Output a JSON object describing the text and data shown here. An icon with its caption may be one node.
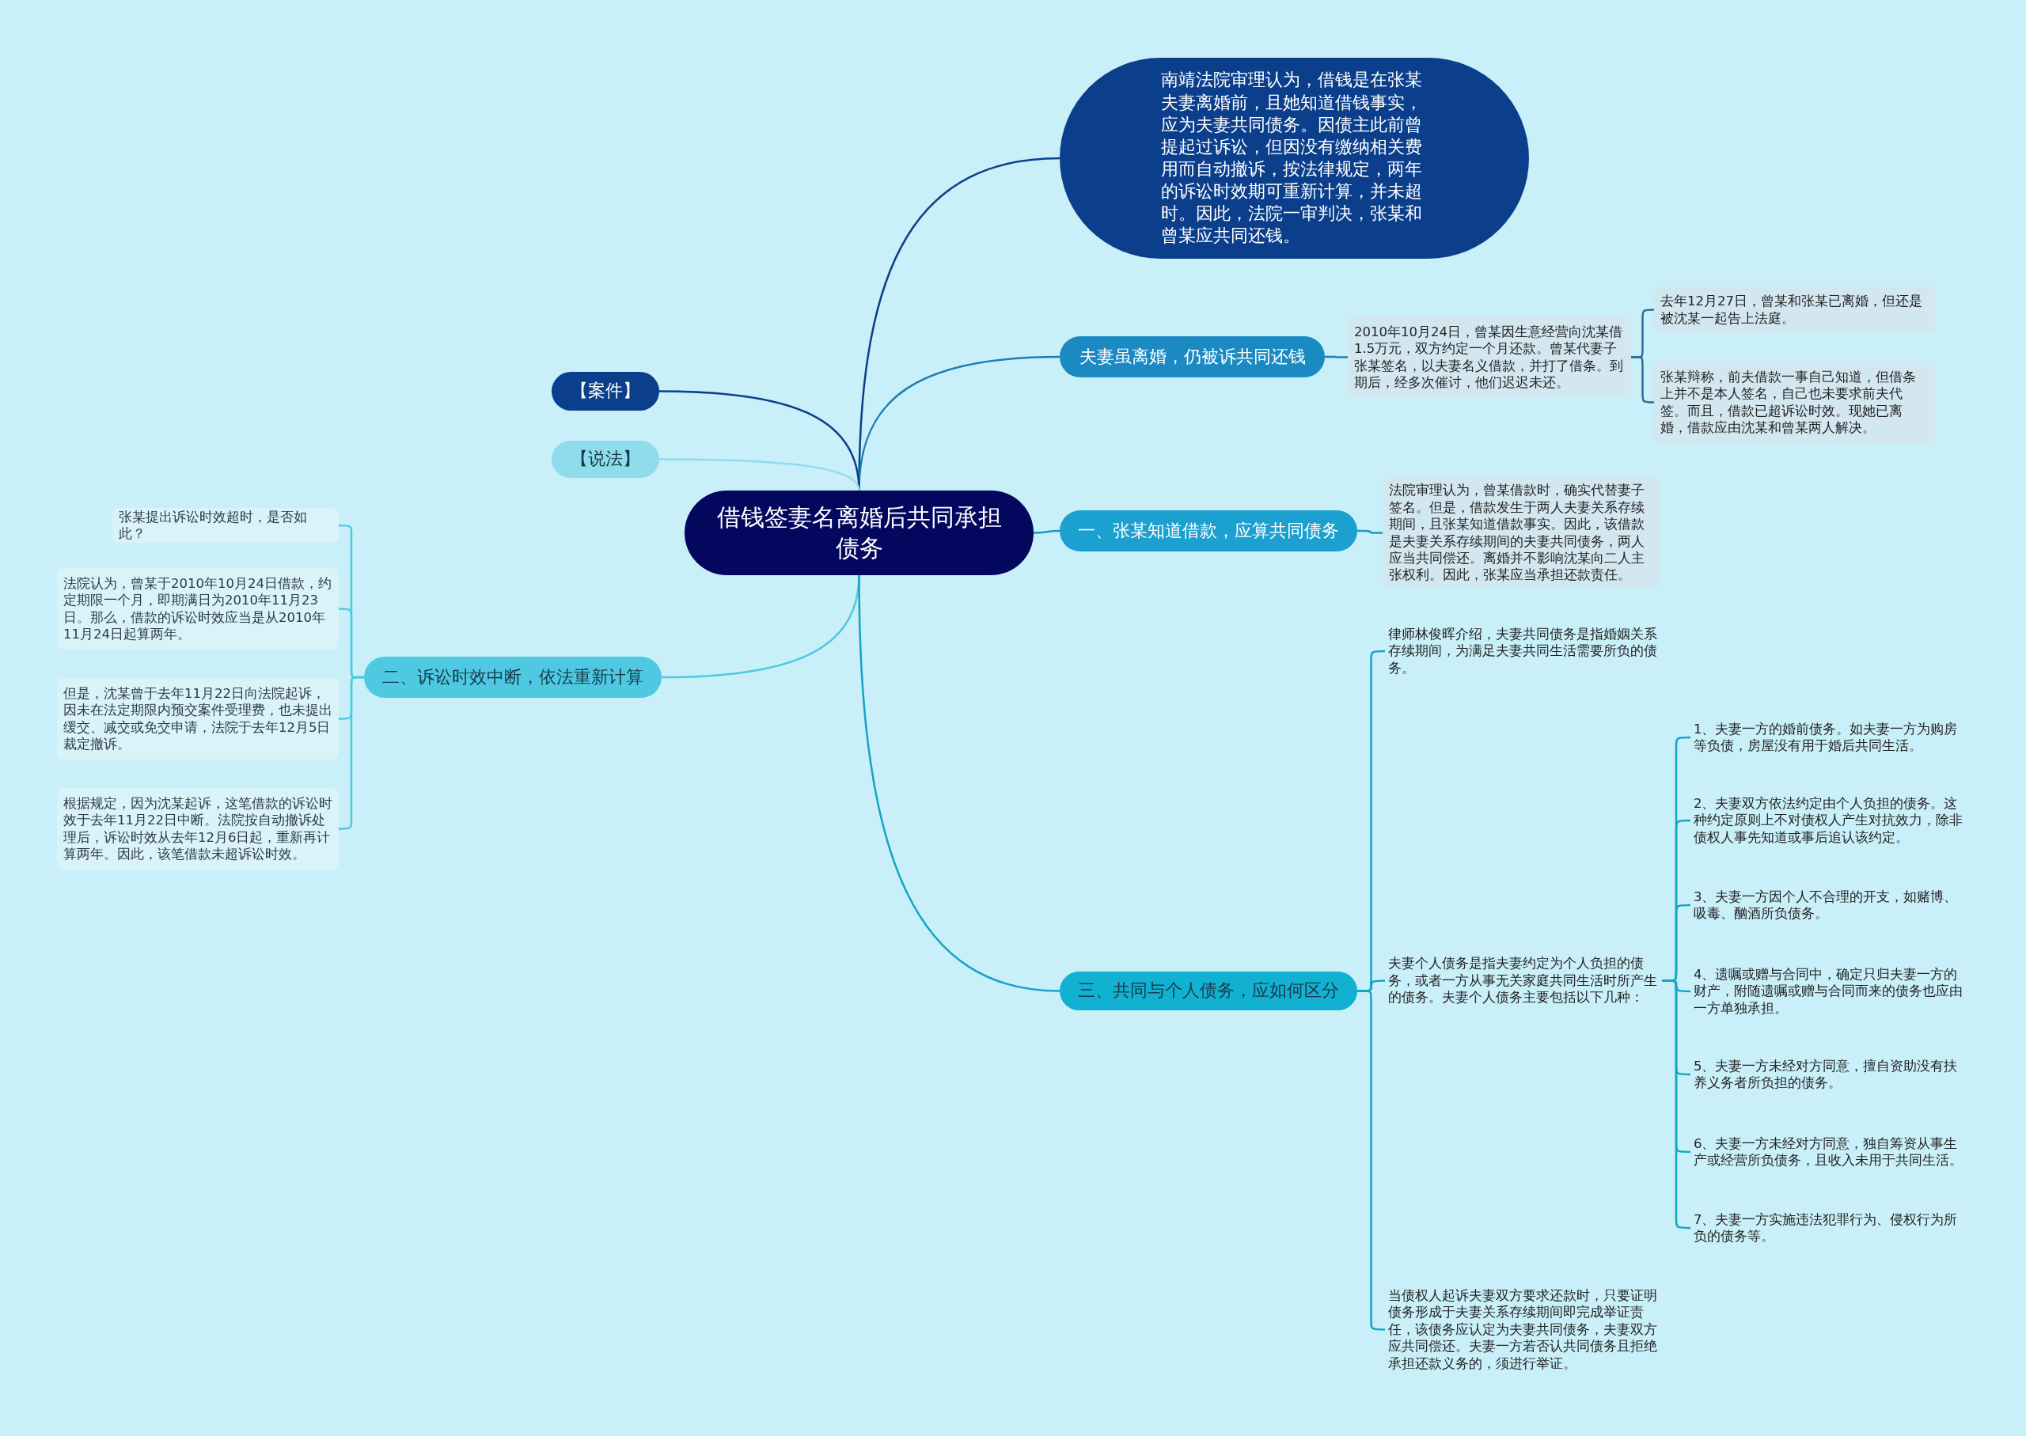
{
  "diagram": {
    "nodes": [
      {
        "text": [
          "借钱签妻名离婚后共同承担债务"
        ]
      },
      {
        "text": [
          "南靖法院审理认为，借钱是在张某夫妻离婚前，且她知道借钱事实，应为夫妻共同债务。因债主此前曾提起过诉讼，但因没有缴纳相关费用而自动撤诉，按法律规定，两年的诉讼时效期可重新计算，并未超时。因此，法院一审判决，张某和曾某应共同还钱。"
        ]
      },
      {
        "text": [
          "夫妻虽离婚，仍被诉共同还钱"
        ]
      },
      {
        "text": [
          "2010年10月24日，曾某因生意经营向沈某借1.5万元，双方约定一个月还款。曾某代妻子张某签名，以夫妻名义借款，并打了借条。到期后，经多次催讨，他们迟迟未还。"
        ]
      },
      {
        "text": [
          "去年12月27日，曾某和张某已离婚，但还是被沈某一起告上法庭。"
        ]
      },
      {
        "text": [
          "张某辩称，前夫借款一事自己知道，但借条上并不是本人签名，自己也未要求前夫代签。而且，借款已超诉讼时效。现她已离婚，借款应由沈某和曾某两人解决。"
        ]
      },
      {
        "text": [
          "【案件】"
        ]
      },
      {
        "text": [
          "【说法】"
        ]
      },
      {
        "text": [
          "一、张某知道借款，应算共同债务"
        ]
      },
      {
        "text": [
          "法院审理认为，曾某借款时，确实代替妻子签名。但是，借款发生于两人夫妻关系存续期间，且张某知道借款事实。因此，该借款是夫妻关系存续期间的夫妻共同债务，两人应当共同偿还。离婚并不影响沈某向二人主张权利。因此，张某应当承担还款责任。"
        ]
      },
      {
        "text": [
          "二、诉讼时效中断，依法重新计算"
        ]
      },
      {
        "text": [
          "张某提出诉讼时效超时，是否如此？"
        ]
      },
      {
        "text": [
          "法院认为，曾某于2010年10月24日借款，约定期限一个月，即期满日为2010年11月23日。那么，借款的诉讼时效应当是从2010年11月24日起算两年。"
        ]
      },
      {
        "text": [
          "但是，沈某曾于去年11月22日向法院起诉，因未在法定期限内预交案件受理费，也未提出缓交、减交或免交申请，法院于去年12月5日裁定撤诉。"
        ]
      },
      {
        "text": [
          "根据规定，因为沈某起诉，这笔借款的诉讼时效于去年11月22日中断。法院按自动撤诉处理后，诉讼时效从去年12月6日起，重新再计算两年。因此，该笔借款未超诉讼时效。"
        ]
      },
      {
        "text": [
          "三、共同与个人债务，应如何区分"
        ]
      },
      {
        "text": [
          "律师林俊晖介绍，夫妻共同债务是指婚姻关系存续期间，为满足夫妻共同生活需要所负的债务。"
        ]
      },
      {
        "text": [
          "夫妻个人债务是指夫妻约定为个人负担的债务，或者一方从事无关家庭共同生活时所产生的债务。夫妻个人债务主要包括以下几种："
        ]
      },
      {
        "text": [
          "1、夫妻一方的婚前债务。如夫妻一方为购房等负债，房屋没有用于婚后共同生活。"
        ]
      },
      {
        "text": [
          "2、夫妻双方依法约定由个人负担的债务。这种约定原则上不对债权人产生对抗效力，除非债权人事先知道或事后追认该约定。"
        ]
      },
      {
        "text": [
          "3、夫妻一方因个人不合理的开支，如赌博、吸毒、酗酒所负债务。"
        ]
      },
      {
        "text": [
          "4、遗嘱或赠与合同中，确定只归夫妻一方的财产，附随遗嘱或赠与合同而来的债务也应由一方单独承担。"
        ]
      },
      {
        "text": [
          "5、夫妻一方未经对方同意，擅自资助没有扶养义务者所负担的债务。"
        ]
      },
      {
        "text": [
          "6、夫妻一方未经对方同意，独自筹资从事生产或经营所负债务，且收入未用于共同生活。"
        ]
      },
      {
        "text": [
          "7、夫妻一方实施违法犯罪行为、侵权行为所负的债务等。"
        ]
      },
      {
        "text": [
          "当债权人起诉夫妻双方要求还款时，只要证明债务形成于夫妻关系存续期间即完成举证责任，该债务应认定为夫妻共同债务，夫妻双方应共同偿还。夫妻一方若否认共同债务且拒绝承担还款义务的，须进行举证。"
        ]
      }
    ],
    "edges": [
      {
        "from": 0,
        "to": 1,
        "arrow": "none",
        "color": "#0b3f8c"
      },
      {
        "from": 0,
        "to": 2,
        "arrow": "none",
        "color": "#1b7fb5"
      },
      {
        "from": 2,
        "to": 3,
        "arrow": "none",
        "color": "#1b7fb5"
      },
      {
        "from": 3,
        "to": 4,
        "arrow": "none",
        "color": "#2a6f9a"
      },
      {
        "from": 3,
        "to": 5,
        "arrow": "none",
        "color": "#2a6f9a"
      },
      {
        "from": 0,
        "to": 6,
        "arrow": "none",
        "color": "#0b3f8c"
      },
      {
        "from": 0,
        "to": 7,
        "arrow": "none",
        "color": "#8fdcec"
      },
      {
        "from": 0,
        "to": 8,
        "arrow": "none",
        "color": "#1c98c8"
      },
      {
        "from": 8,
        "to": 9,
        "arrow": "none",
        "color": "#1c98c8"
      },
      {
        "from": 0,
        "to": 10,
        "arrow": "none",
        "color": "#4fc9e2"
      },
      {
        "from": 10,
        "to": 11,
        "arrow": "none",
        "color": "#4fc9e2"
      },
      {
        "from": 10,
        "to": 12,
        "arrow": "none",
        "color": "#4fc9e2"
      },
      {
        "from": 10,
        "to": 13,
        "arrow": "none",
        "color": "#4fc9e2"
      },
      {
        "from": 10,
        "to": 14,
        "arrow": "none",
        "color": "#4fc9e2"
      },
      {
        "from": 0,
        "to": 15,
        "arrow": "none"
      },
      {
        "from": 15,
        "to": 16,
        "arrow": "none"
      },
      {
        "from": 15,
        "to": 17,
        "arrow": "none"
      },
      {
        "from": 17,
        "to": 18,
        "arrow": "none"
      },
      {
        "from": 17,
        "to": 19,
        "arrow": "none"
      },
      {
        "from": 17,
        "to": 20,
        "arrow": "none"
      },
      {
        "from": 17,
        "to": 21,
        "arrow": "none"
      },
      {
        "from": 17,
        "to": 22,
        "arrow": "none"
      },
      {
        "from": 17,
        "to": 23,
        "arrow": "none"
      },
      {
        "from": 17,
        "to": 24,
        "arrow": "none"
      },
      {
        "from": 15,
        "to": 25,
        "arrow": "none"
      }
    ]
  }
}
